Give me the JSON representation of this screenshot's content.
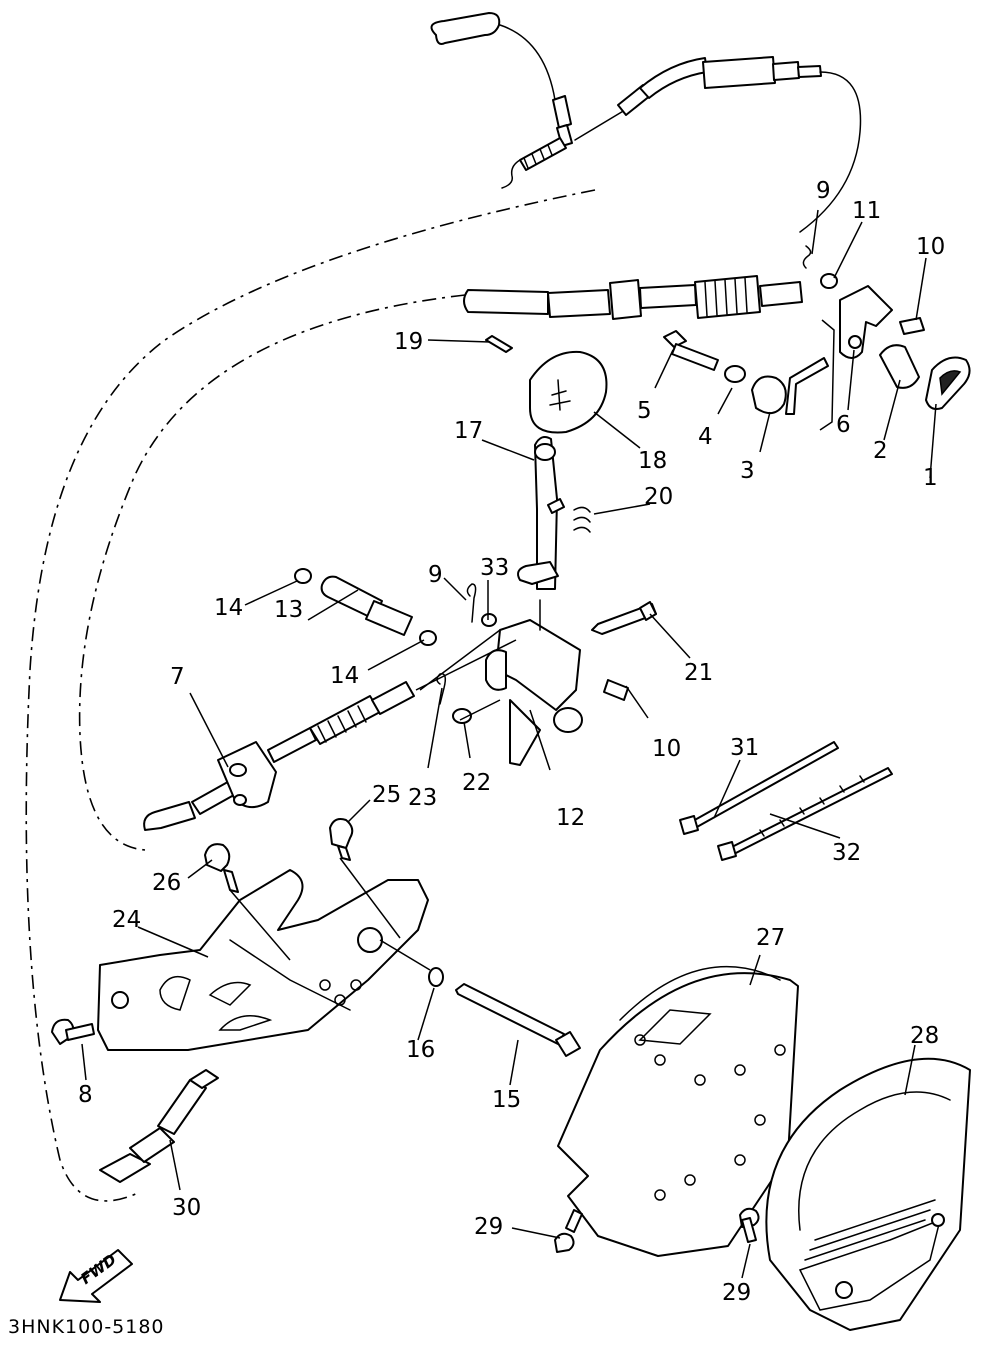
{
  "diagram_code": "3HNK100-5180",
  "direction_label": "FWD",
  "callouts": [
    {
      "n": "1",
      "text": "1"
    },
    {
      "n": "2",
      "text": "2"
    },
    {
      "n": "3",
      "text": "3"
    },
    {
      "n": "4",
      "text": "4"
    },
    {
      "n": "5",
      "text": "5"
    },
    {
      "n": "6",
      "text": "6"
    },
    {
      "n": "7",
      "text": "7"
    },
    {
      "n": "8",
      "text": "8"
    },
    {
      "n": "9a",
      "text": "9"
    },
    {
      "n": "9b",
      "text": "9"
    },
    {
      "n": "10a",
      "text": "10"
    },
    {
      "n": "10b",
      "text": "10"
    },
    {
      "n": "11",
      "text": "11"
    },
    {
      "n": "12",
      "text": "12"
    },
    {
      "n": "13",
      "text": "13"
    },
    {
      "n": "14a",
      "text": "14"
    },
    {
      "n": "14b",
      "text": "14"
    },
    {
      "n": "15",
      "text": "15"
    },
    {
      "n": "16",
      "text": "16"
    },
    {
      "n": "17",
      "text": "17"
    },
    {
      "n": "18",
      "text": "18"
    },
    {
      "n": "19",
      "text": "19"
    },
    {
      "n": "20",
      "text": "20"
    },
    {
      "n": "21",
      "text": "21"
    },
    {
      "n": "22",
      "text": "22"
    },
    {
      "n": "23",
      "text": "23"
    },
    {
      "n": "24",
      "text": "24"
    },
    {
      "n": "25",
      "text": "25"
    },
    {
      "n": "26",
      "text": "26"
    },
    {
      "n": "27",
      "text": "27"
    },
    {
      "n": "28",
      "text": "28"
    },
    {
      "n": "29a",
      "text": "29"
    },
    {
      "n": "29b",
      "text": "29"
    },
    {
      "n": "30",
      "text": "30"
    },
    {
      "n": "31",
      "text": "31"
    },
    {
      "n": "32",
      "text": "32"
    },
    {
      "n": "33",
      "text": "33"
    }
  ]
}
